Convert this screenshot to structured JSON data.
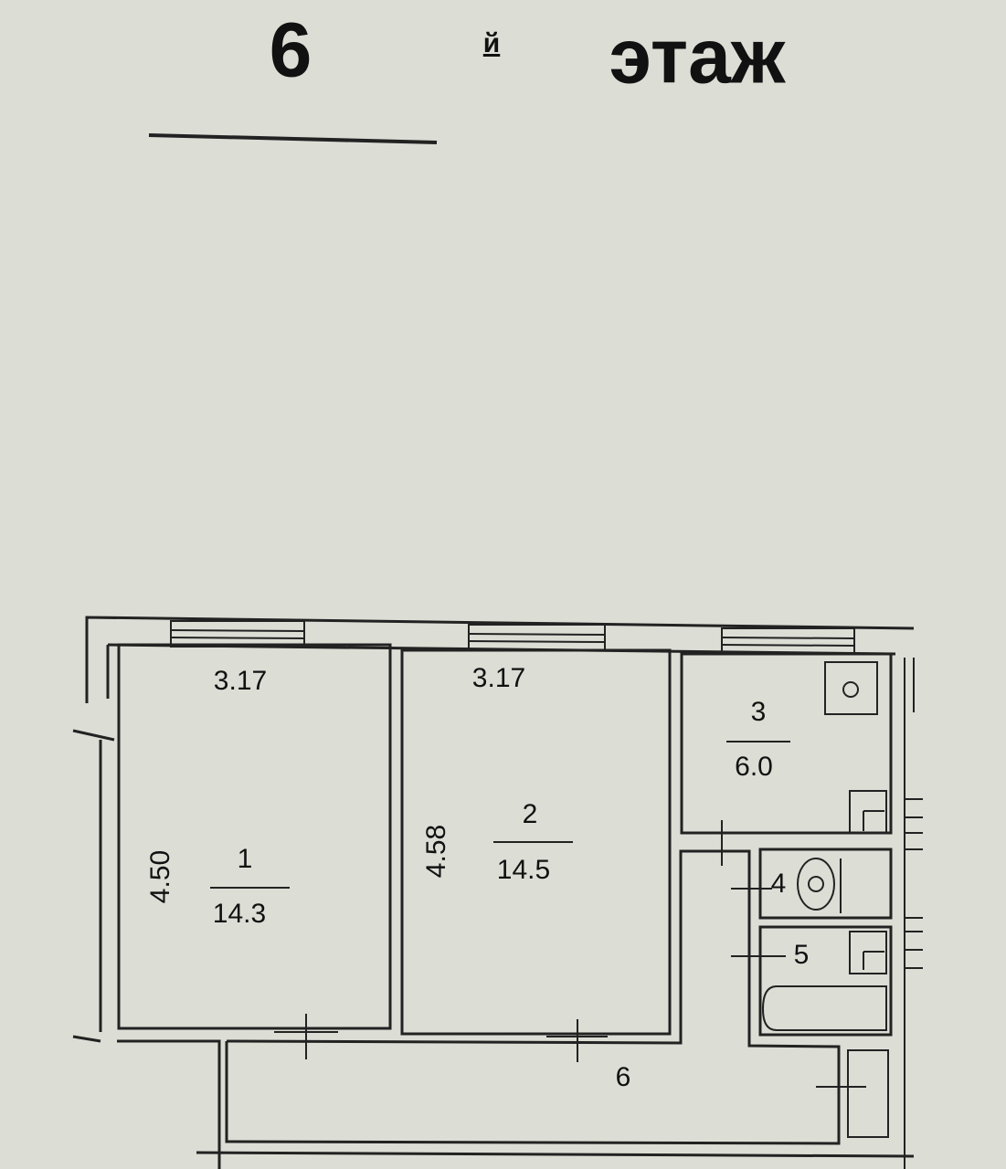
{
  "heading": {
    "floor_number": "6",
    "suffix": "й",
    "word": "этаж"
  },
  "rooms": [
    {
      "number": "1",
      "area": "14.3",
      "width": "3.17",
      "length": "4.50"
    },
    {
      "number": "2",
      "area": "14.5",
      "width": "3.17",
      "length": "4.58"
    },
    {
      "number": "3",
      "area": "6.0"
    },
    {
      "number": "4"
    },
    {
      "number": "5"
    },
    {
      "number": "6"
    }
  ]
}
